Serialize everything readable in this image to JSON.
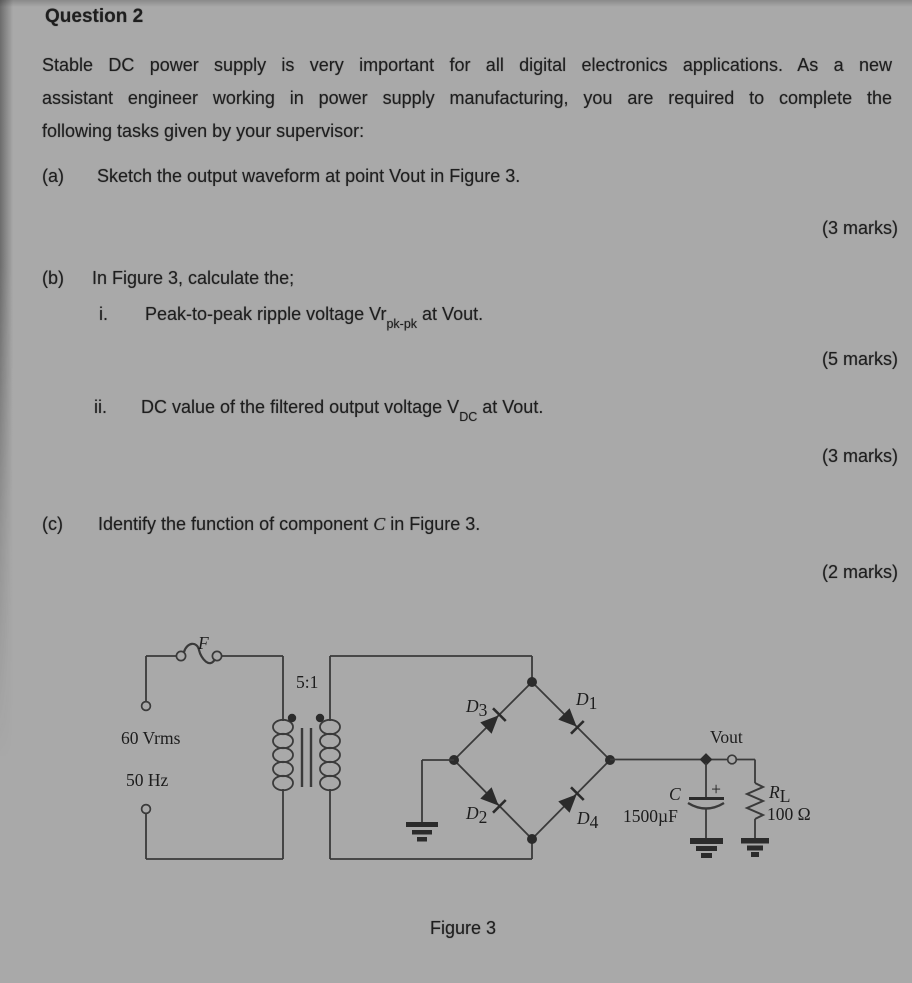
{
  "title": "Question 2",
  "intro": {
    "lines": [
      "Stable DC power supply is very important for all digital electronics applications. As a new",
      "assistant engineer working in power supply manufacturing, you are required to complete the",
      "following tasks given by your supervisor:"
    ]
  },
  "parts": {
    "a": {
      "label": "(a)",
      "text": "Sketch the output waveform at point Vout in Figure 3.",
      "marks": "(3 marks)"
    },
    "b": {
      "label": "(b)",
      "text": "In Figure 3, calculate the;",
      "i": {
        "label": "i.",
        "prefix": "Peak-to-peak ripple voltage Vr",
        "sub": "pk-pk",
        "suffix": " at Vout.",
        "marks": "(5 marks)"
      },
      "ii": {
        "label": "ii.",
        "prefix": "DC value of the filtered output voltage V",
        "sub": "DC",
        "suffix": " at Vout.",
        "marks": "(3 marks)"
      }
    },
    "c": {
      "label": "(c)",
      "prefix": "Identify the function of component ",
      "component": "C",
      "suffix": " in Figure 3.",
      "marks": "(2 marks)"
    }
  },
  "figure": {
    "caption": "Figure 3",
    "labels": {
      "fuse": "F",
      "turns_ratio": "5:1",
      "source_voltage": "60 Vrms",
      "source_frequency": "50 Hz",
      "d3_main": "D",
      "d3_sub": "3",
      "d1_main": "D",
      "d1_sub": "1",
      "d2_main": "D",
      "d2_sub": "2",
      "d4_main": "D",
      "d4_sub": "4",
      "vout": "Vout",
      "cap_name": "C",
      "cap_value": "1500µF",
      "cap_polarity": "+",
      "rl_main": "R",
      "rl_sub": "L",
      "rl_value": "100 Ω"
    }
  }
}
